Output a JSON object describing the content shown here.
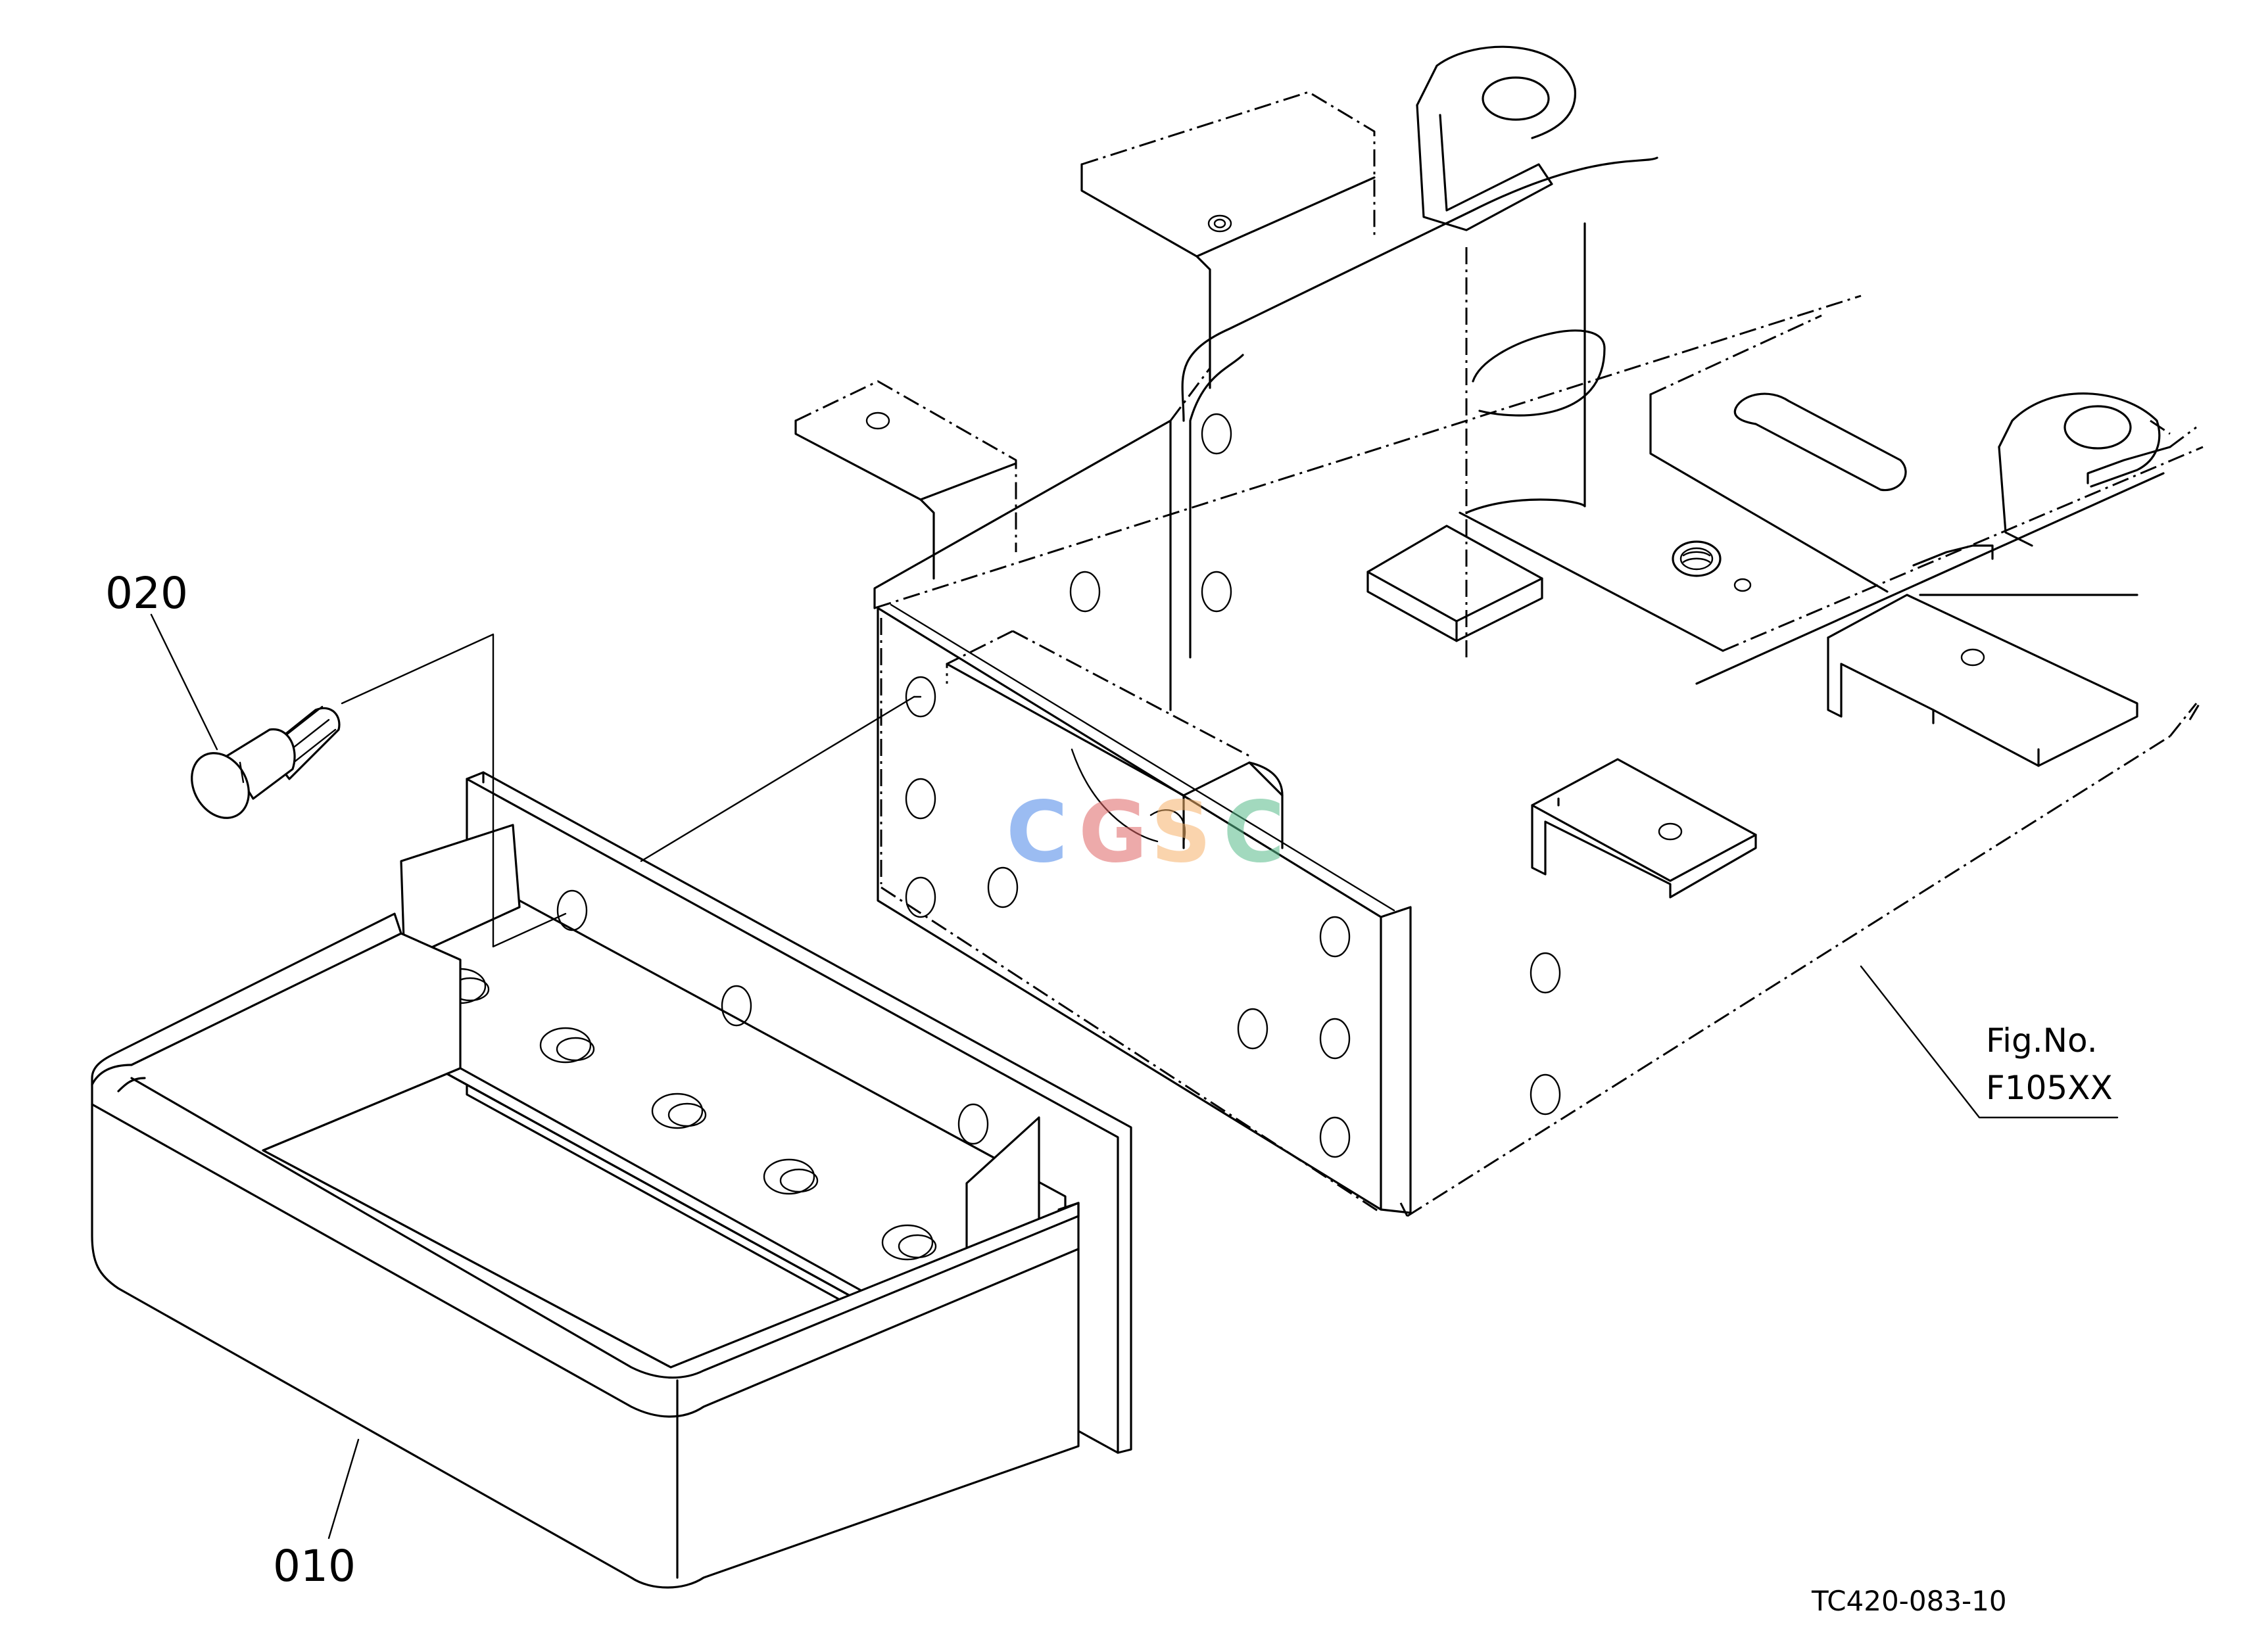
{
  "callouts": {
    "part_020": "020",
    "part_010": "010"
  },
  "figure_ref": {
    "line1": "Fig.No.",
    "line2": "F105XX"
  },
  "drawing_code": "TC420-083-10",
  "watermark": {
    "letters": [
      "C",
      "G",
      "S",
      "C"
    ],
    "colors": [
      "#4a86e8",
      "#e06666",
      "#f6b26b",
      "#57bb8a"
    ]
  }
}
